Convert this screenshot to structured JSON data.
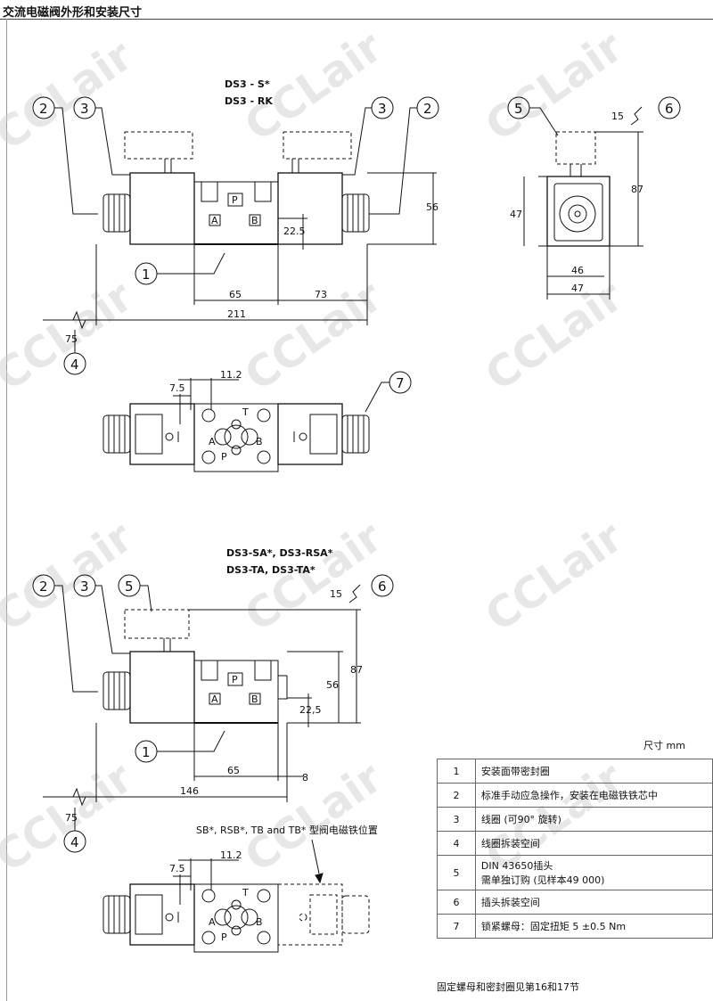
{
  "header": {
    "title": "交流电磁阀外形和安装尺寸"
  },
  "watermark": "CCLair",
  "unit_label": "尺寸 mm",
  "footnote": "固定螺母和密封圈见第16和17节",
  "views": {
    "double": {
      "labels": [
        "DS3 - S*",
        "DS3 - RK"
      ],
      "dims": {
        "d65": "65",
        "d73": "73",
        "d211": "211",
        "d56": "56",
        "d22_5": "22.5",
        "d75": "75"
      },
      "callouts": {
        "c1": "1",
        "c2a": "2",
        "c3a": "3",
        "c3b": "3",
        "c2b": "2",
        "c4": "4"
      },
      "ports": {
        "a": "A",
        "b": "B",
        "p": "P"
      }
    },
    "side": {
      "dims": {
        "d15": "15",
        "d87": "87",
        "d47v": "47",
        "d46": "46",
        "d47h": "47"
      },
      "callouts": {
        "c5": "5",
        "c6": "6"
      }
    },
    "top_double": {
      "dims": {
        "d11_2": "11.2",
        "d7_5": "7.5"
      },
      "callouts": {
        "c7": "7"
      },
      "ports": {
        "t": "T",
        "a": "A",
        "b": "B",
        "p": "P"
      }
    },
    "single": {
      "labels": [
        "DS3-SA*, DS3-RSA*",
        "DS3-TA, DS3-TA*"
      ],
      "dims": {
        "d15": "15",
        "d87": "87",
        "d56": "56",
        "d22_5": "22,5",
        "d65": "65",
        "d8": "8",
        "d146": "146",
        "d75": "75"
      },
      "callouts": {
        "c2": "2",
        "c3": "3",
        "c5": "5",
        "c6": "6",
        "c1": "1",
        "c4": "4"
      },
      "ports": {
        "a": "A",
        "b": "B",
        "p": "P"
      }
    },
    "top_single": {
      "caption": "SB*, RSB*, TB and TB* 型阀电磁铁位置",
      "dims": {
        "d11_2": "11.2",
        "d7_5": "7.5"
      },
      "ports": {
        "t": "T",
        "a": "A",
        "b": "B",
        "p": "P"
      }
    }
  },
  "legend": [
    {
      "num": "1",
      "lines": [
        "安装面带密封圈"
      ]
    },
    {
      "num": "2",
      "lines": [
        "标准手动应急操作，安装在电磁铁铁芯中"
      ]
    },
    {
      "num": "3",
      "lines": [
        "线圈 (可90° 旋转)"
      ]
    },
    {
      "num": "4",
      "lines": [
        "线圈拆装空间"
      ]
    },
    {
      "num": "5",
      "lines": [
        "DIN 43650插头",
        "需单独订购 (见样本49 000)"
      ]
    },
    {
      "num": "6",
      "lines": [
        "插头拆装空间"
      ]
    },
    {
      "num": "7",
      "lines": [
        "锁紧螺母：固定扭矩 5 ±0.5 Nm"
      ]
    }
  ]
}
